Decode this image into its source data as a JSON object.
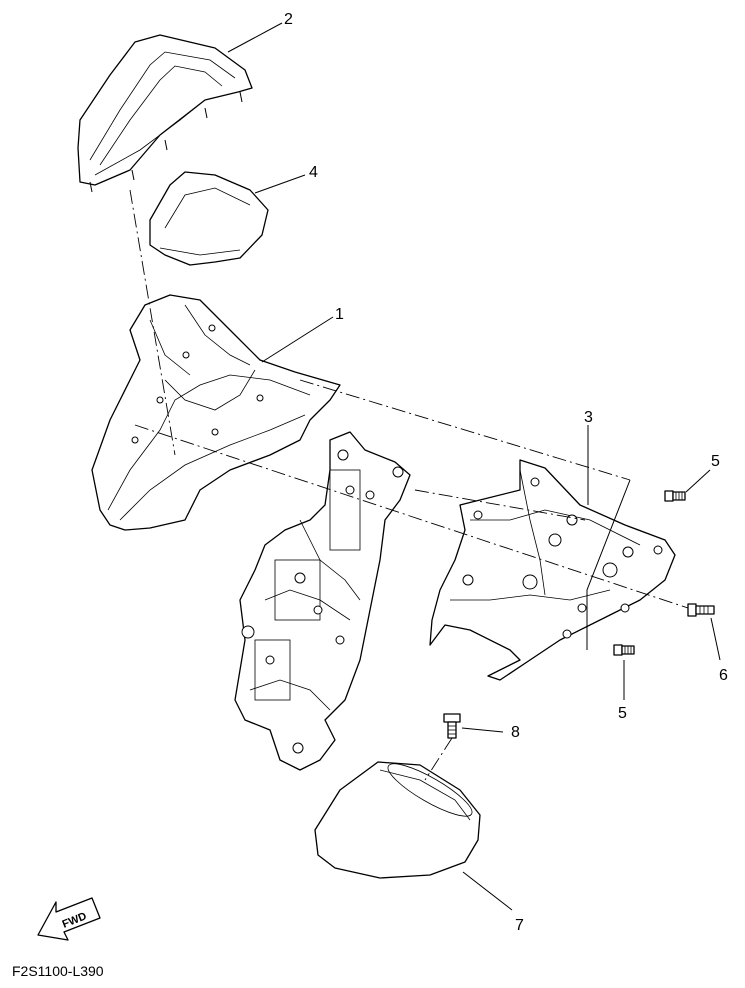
{
  "diagram_code": "F2S1100-L390",
  "fwd_label": "FWD",
  "callouts": {
    "c1": "1",
    "c2": "2",
    "c3": "3",
    "c4": "4",
    "c5a": "5",
    "c5b": "5",
    "c6": "6",
    "c7": "7",
    "c8": "8"
  }
}
